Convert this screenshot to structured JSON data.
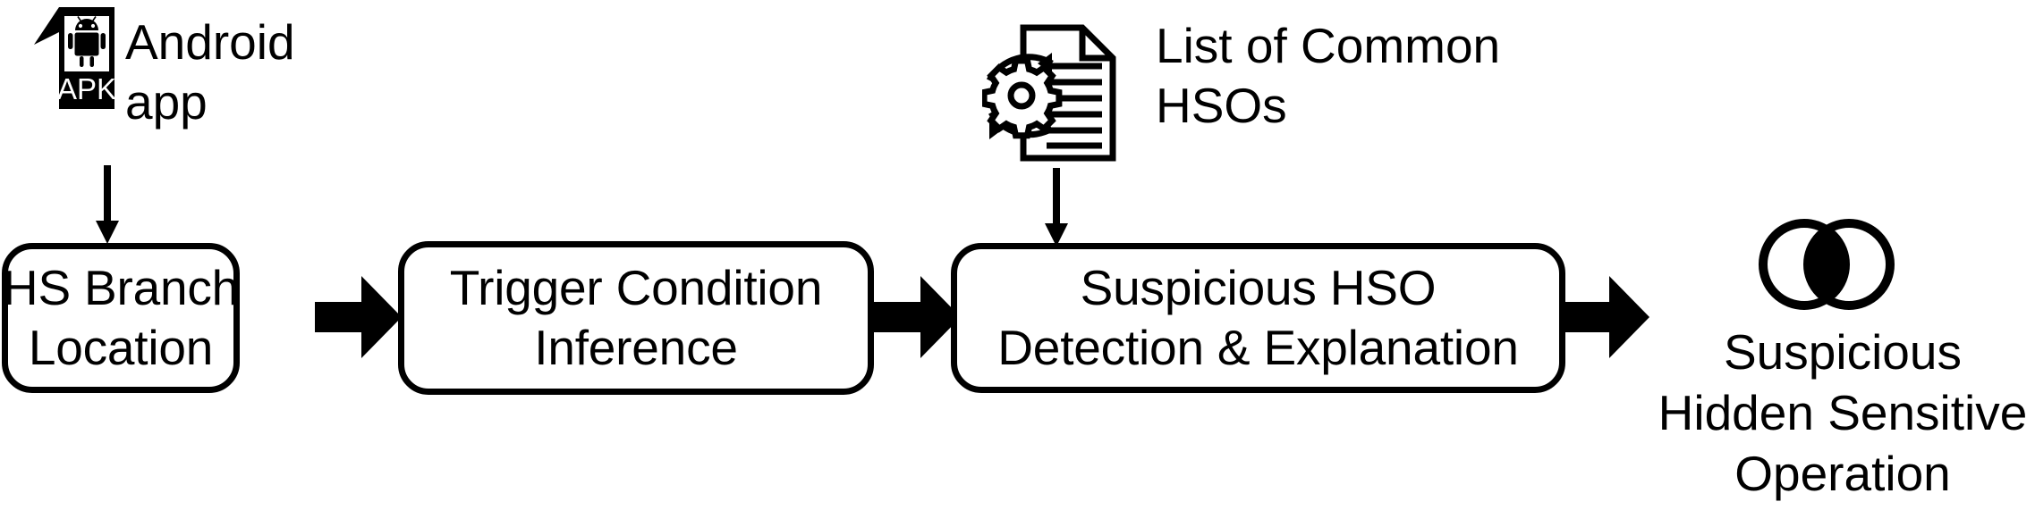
{
  "figure": {
    "type": "pipeline-flow-diagram",
    "background_color": "#ffffff",
    "stroke_color": "#000000"
  },
  "inputs": [
    {
      "icon": "android-apk-file-icon",
      "icon_text": "APK",
      "label_line1": "Android",
      "label_line2": "app"
    },
    {
      "icon": "document-gear-list-icon",
      "label_line1": "List of Common",
      "label_line2": "HSOs"
    }
  ],
  "stages": [
    {
      "id": "hs-branch",
      "line1": "HS Branch",
      "line2": "Location"
    },
    {
      "id": "trigger",
      "line1": "Trigger Condition",
      "line2": "Inference"
    },
    {
      "id": "suspicious",
      "line1": "Suspicious HSO",
      "line2": "Detection & Explanation"
    }
  ],
  "output": {
    "icon": "overlapping-circles-venn-icon",
    "line1": "Suspicious",
    "line2": "Hidden Sensitive",
    "line3": "Operation"
  },
  "connectors": {
    "apk_to_hs_branch": "arrow-down",
    "hs_branch_to_trigger": "block-arrow-right",
    "trigger_to_suspicious": "block-arrow-right",
    "hso_list_to_suspicious": "arrow-down",
    "suspicious_to_output": "block-arrow-right"
  }
}
